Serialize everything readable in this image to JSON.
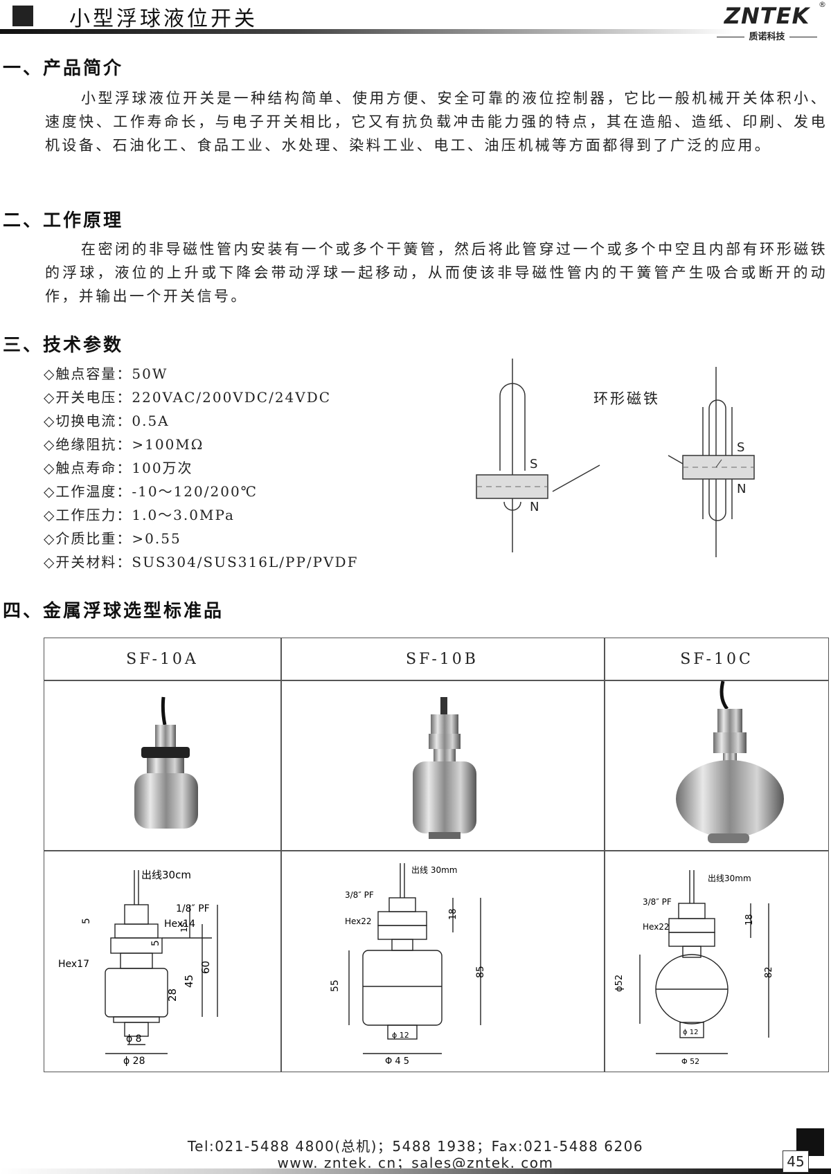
{
  "header": {
    "title": "小型浮球液位开关",
    "logo": "ZNTEK",
    "logo_reg": "®",
    "logo_sub": "质诺科技"
  },
  "sections": {
    "intro": {
      "heading": "一、产品简介",
      "text": "小型浮球液位开关是一种结构简单、使用方便、安全可靠的液位控制器，它比一般机械开关体积小、速度快、工作寿命长，与电子开关相比，它又有抗负载冲击能力强的特点，其在造船、造纸、印刷、发电机设备、石油化工、食品工业、水处理、染料工业、电工、油压机械等方面都得到了广泛的应用。"
    },
    "principle": {
      "heading": "二、工作原理",
      "text": "在密闭的非导磁性管内安装有一个或多个干簧管，然后将此管穿过一个或多个中空且内部有环形磁铁的浮球，液位的上升或下降会带动浮球一起移动，从而使该非导磁性管内的干簧管产生吸合或断开的动作，并输出一个开关信号。"
    },
    "specs": {
      "heading": "三、技术参数",
      "items": [
        "◇触点容量：50W",
        "◇开关电压：220VAC/200VDC/24VDC",
        "◇切换电流：0.5A",
        "◇绝缘阻抗：>100MΩ",
        "◇触点寿命：100万次",
        "◇工作温度：-10～120/200℃",
        "◇工作压力：1.0～3.0MPa",
        "◇介质比重：>0.55",
        "◇开关材料：SUS304/SUS316L/PP/PVDF"
      ]
    },
    "models": {
      "heading": "四、金属浮球选型标准品"
    }
  },
  "diagram": {
    "label": "环形磁铁",
    "s": "S",
    "n": "N"
  },
  "table": {
    "models": [
      "SF-10A",
      "SF-10B",
      "SF-10C"
    ],
    "drawA": {
      "lead": "出线30cm",
      "thread": "1/8″ PF",
      "hex1": "Hex14",
      "hex2": "Hex17",
      "d5a": "5",
      "d5b": "5",
      "d15": "15",
      "d28": "28",
      "d45": "45",
      "d60": "60",
      "phi8": "ϕ 8",
      "phi28": "ϕ 28"
    },
    "drawB": {
      "lead": "出线 30mm",
      "thread": "3/8″ PF",
      "hex": "Hex22",
      "d18": "18",
      "d55": "55",
      "d85": "85",
      "phi12": "ϕ 12",
      "phi45": "Φ 4 5"
    },
    "drawC": {
      "lead": "出线30mm",
      "thread": "3/8″ PF",
      "hex": "Hex22",
      "d18": "18",
      "d52": "ϕ52",
      "d82": "82",
      "phi12": "ϕ 12",
      "phi52": "Φ 52"
    }
  },
  "footer": {
    "line1": "Tel:021-5488 4800(总机)；5488 1938；Fax:021-5488 6206",
    "line2": "www. zntek. cn；sales@zntek. com",
    "page": "45"
  }
}
